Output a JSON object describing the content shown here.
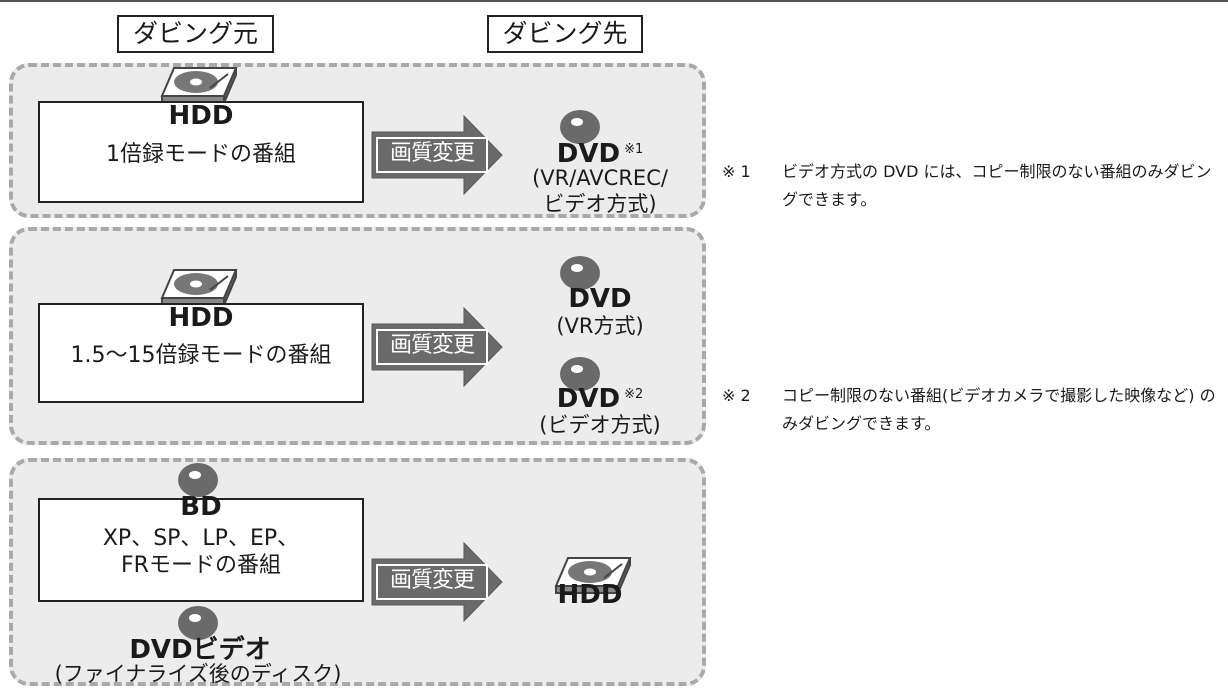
{
  "headers": {
    "source": "ダビング元",
    "destination": "ダビング先"
  },
  "rows": [
    {
      "source_media": "HDD",
      "source_lines": [
        "1倍録モードの番組"
      ],
      "action": "画質変更",
      "destinations": [
        {
          "media": "DVD",
          "mark": "※1",
          "lines": [
            "(VR/AVCREC/",
            "ビデオ方式)"
          ]
        }
      ]
    },
    {
      "source_media": "HDD",
      "source_lines": [
        "1.5〜15倍録モードの番組"
      ],
      "action": "画質変更",
      "destinations": [
        {
          "media": "DVD",
          "mark": "",
          "lines": [
            "(VR方式)"
          ]
        },
        {
          "media": "DVD",
          "mark": "※2",
          "lines": [
            "(ビデオ方式)"
          ]
        }
      ]
    },
    {
      "source_media": "BD",
      "source_lines": [
        "XP、SP、LP、EP、",
        "FRモードの番組"
      ],
      "source_media_2": "DVDビデオ",
      "source_sub_2": "(ファイナライズ後のディスク)",
      "action": "画質変更",
      "destinations": [
        {
          "media": "HDD"
        }
      ]
    }
  ],
  "notes": [
    {
      "key": "※ 1",
      "text": "ビデオ方式の DVD には、コピー制限のない番組のみダビングできます。"
    },
    {
      "key": "※ 2",
      "text": "コピー制限のない番組(ビデオカメラで撮影した映像など) のみダビングできます。"
    }
  ],
  "icons": [
    "hdd-icon",
    "disc-icon"
  ]
}
